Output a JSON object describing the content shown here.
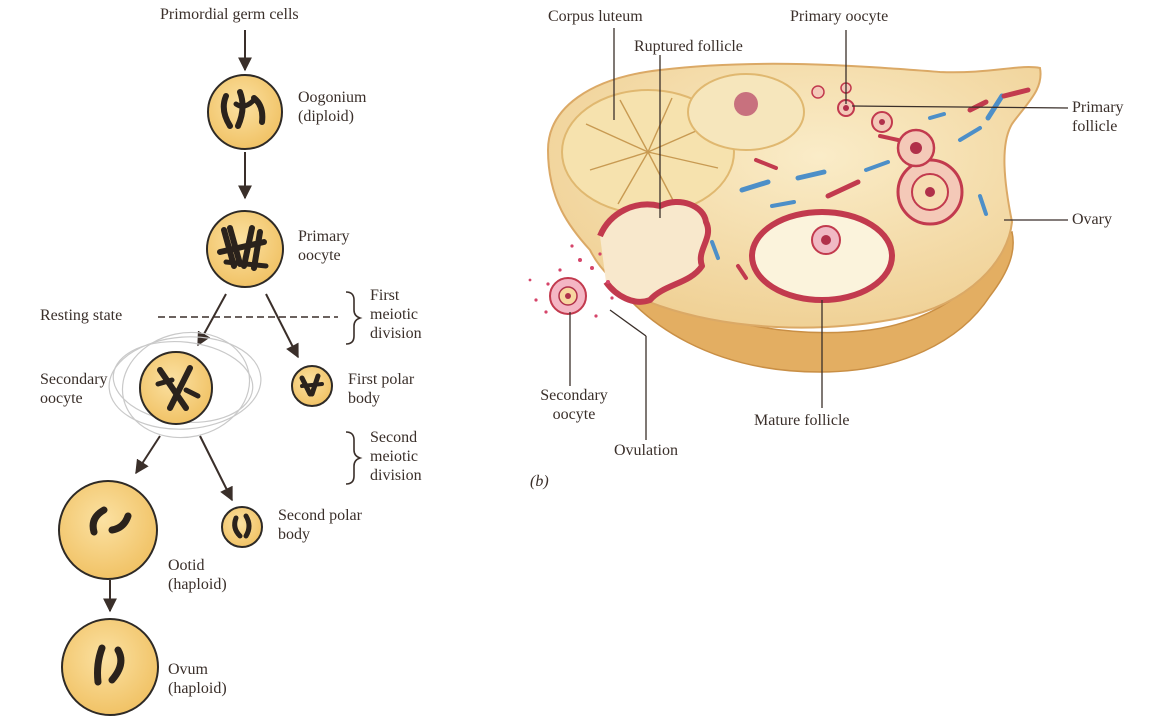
{
  "oogenesis": {
    "primordial": "Primordial germ cells",
    "oogonium": [
      "Oogonium",
      "(diploid)"
    ],
    "primary_oocyte": [
      "Primary",
      "oocyte"
    ],
    "resting_state": "Resting state",
    "first_meiotic": [
      "First",
      "meiotic",
      "division"
    ],
    "secondary_oocyte": [
      "Secondary",
      "oocyte"
    ],
    "first_polar_body": [
      "First polar",
      "body"
    ],
    "second_meiotic": [
      "Second",
      "meiotic",
      "division"
    ],
    "second_polar_body": [
      "Second polar",
      "body"
    ],
    "ootid": [
      "Ootid",
      "(haploid)"
    ],
    "ovum": [
      "Ovum",
      "(haploid)"
    ]
  },
  "ovary": {
    "corpus_luteum": "Corpus luteum",
    "ruptured_follicle": "Ruptured follicle",
    "primary_oocyte": "Primary oocyte",
    "primary_follicle": [
      "Primary",
      "follicle"
    ],
    "ovary": "Ovary",
    "secondary_oocyte": [
      "Secondary",
      "oocyte"
    ],
    "ovulation": "Ovulation",
    "mature_follicle": "Mature follicle",
    "panel_letter": "(b)"
  },
  "colors": {
    "cell_fill": "#f6cf78",
    "cell_stroke": "#2e2a26",
    "chromosome": "#2a221c",
    "ovary_fill": "#f3dcaa",
    "ovary_edge": "#dba966",
    "follicle_red": "#c23a4e",
    "vessel_blue": "#4d8fc8",
    "text": "#3a2f2a"
  }
}
